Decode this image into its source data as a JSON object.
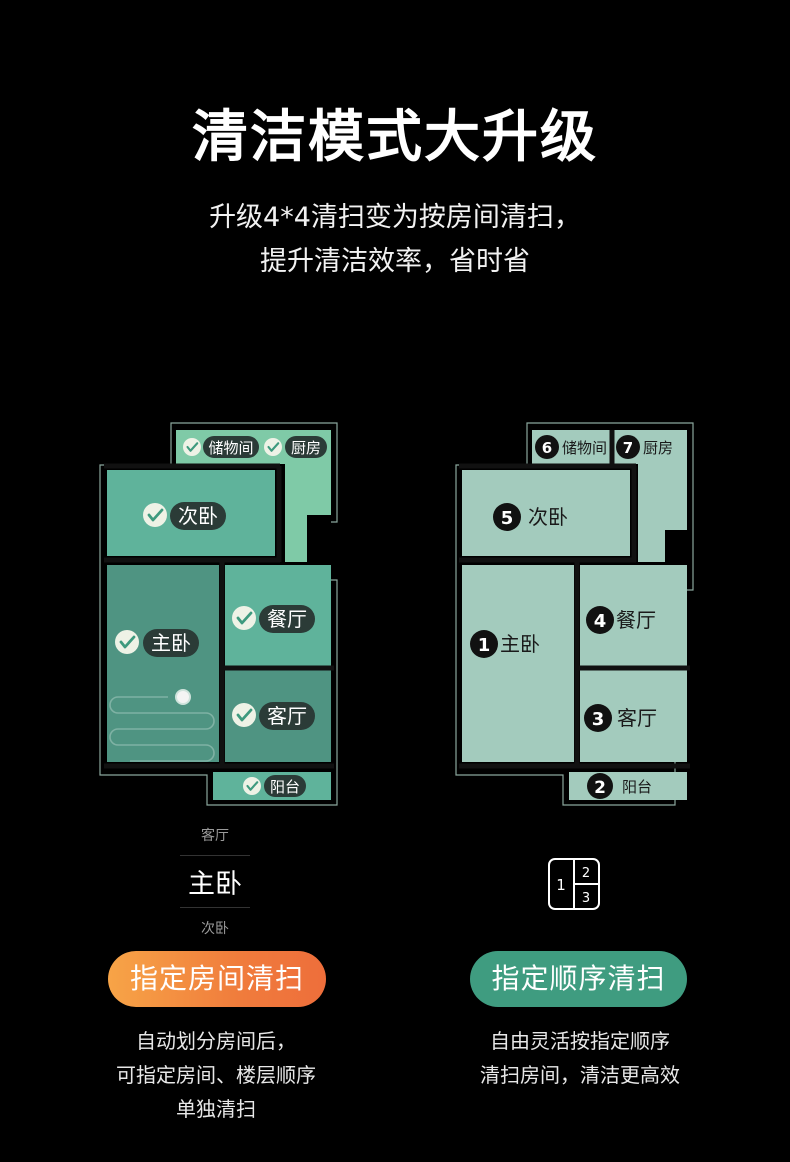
{
  "title": "清洁模式大升级",
  "subtitle_lines": [
    "升级4*4清扫变为按房间清扫，",
    "提升清洁效率，省时省"
  ],
  "left_map": {
    "rooms": {
      "storage": "储物间",
      "kitchen": "厨房",
      "second_bedroom": "次卧",
      "master_bedroom": "主卧",
      "dining": "餐厅",
      "living": "客厅",
      "balcony": "阳台"
    }
  },
  "right_map": {
    "rooms": {
      "storage": {
        "num": "6",
        "label": "储物间"
      },
      "kitchen": {
        "num": "7",
        "label": "厨房"
      },
      "second_bedroom": {
        "num": "5",
        "label": "次卧"
      },
      "master_bedroom": {
        "num": "1",
        "label": "主卧"
      },
      "dining": {
        "num": "4",
        "label": "餐厅"
      },
      "living": {
        "num": "3",
        "label": "客厅"
      },
      "balcony": {
        "num": "2",
        "label": "阳台"
      }
    }
  },
  "room_picker": {
    "above": "客厅",
    "selected": "主卧",
    "below": "次卧"
  },
  "sequence_icon": {
    "left": "1",
    "top_right": "2",
    "bottom_right": "3"
  },
  "buttons": {
    "left": "指定房间清扫",
    "right": "指定顺序清扫"
  },
  "desc_left": [
    "自动划分房间后，",
    "可指定房间、楼层顺序",
    "单独清扫"
  ],
  "desc_right": [
    "自由灵活按指定顺序",
    "清扫房间，清洁更高效"
  ],
  "colors": {
    "accent_orange": "#f07c3c",
    "accent_green": "#3f9c80",
    "room_light": "#a3cbbd"
  }
}
